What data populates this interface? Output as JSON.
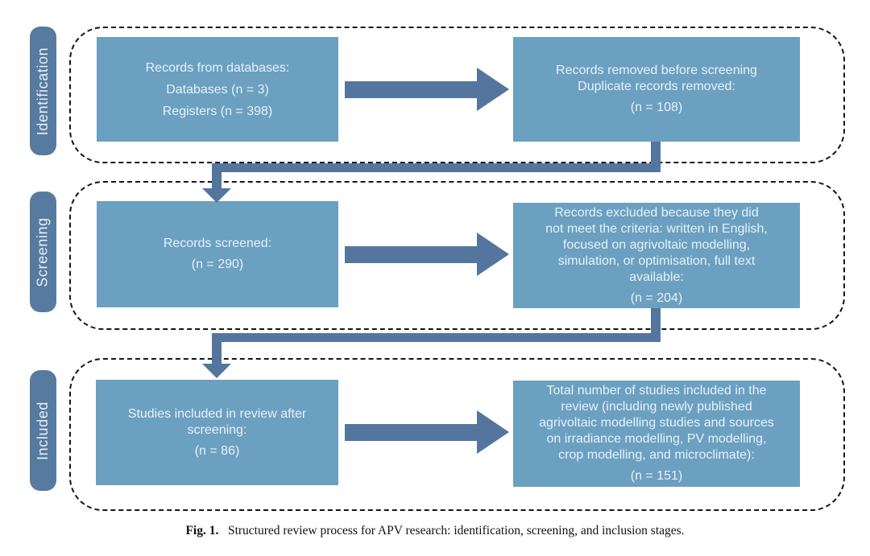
{
  "colors": {
    "box_fill": "#6ba0c0",
    "accent": "#54769e",
    "label_fill": "#567b9f",
    "box_text": "#e8f1f7",
    "label_text": "#e8eff6",
    "outline": "#161616"
  },
  "stages": [
    {
      "label": "Identification",
      "left_box": {
        "lines": [
          "Records from databases:",
          "Databases (n = 3)",
          "Registers (n = 398)"
        ]
      },
      "right_box": {
        "lines": [
          "Records removed before screening",
          "Duplicate records removed:"
        ],
        "count": "(n = 108)"
      }
    },
    {
      "label": "Screening",
      "left_box": {
        "lines": [
          "Records screened:"
        ],
        "count": "(n = 290)"
      },
      "right_box": {
        "lines": [
          "Records excluded because they did",
          "not meet the criteria: written in English,",
          "focused on agrivoltaic modelling,",
          "simulation, or optimisation, full text",
          "available:"
        ],
        "count": "(n = 204)"
      }
    },
    {
      "label": "Included",
      "left_box": {
        "lines": [
          "Studies included in review after",
          "screening:"
        ],
        "count": "(n = 86)"
      },
      "right_box": {
        "lines": [
          "Total number of studies included in the",
          "review (including newly published",
          "agrivoltaic modelling studies and sources",
          "on irradiance modelling, PV modelling,",
          "crop modelling, and microclimate):"
        ],
        "count": "(n = 151)"
      }
    }
  ],
  "caption": {
    "label": "Fig. 1.",
    "text": "Structured review process for APV research: identification, screening, and inclusion stages."
  }
}
